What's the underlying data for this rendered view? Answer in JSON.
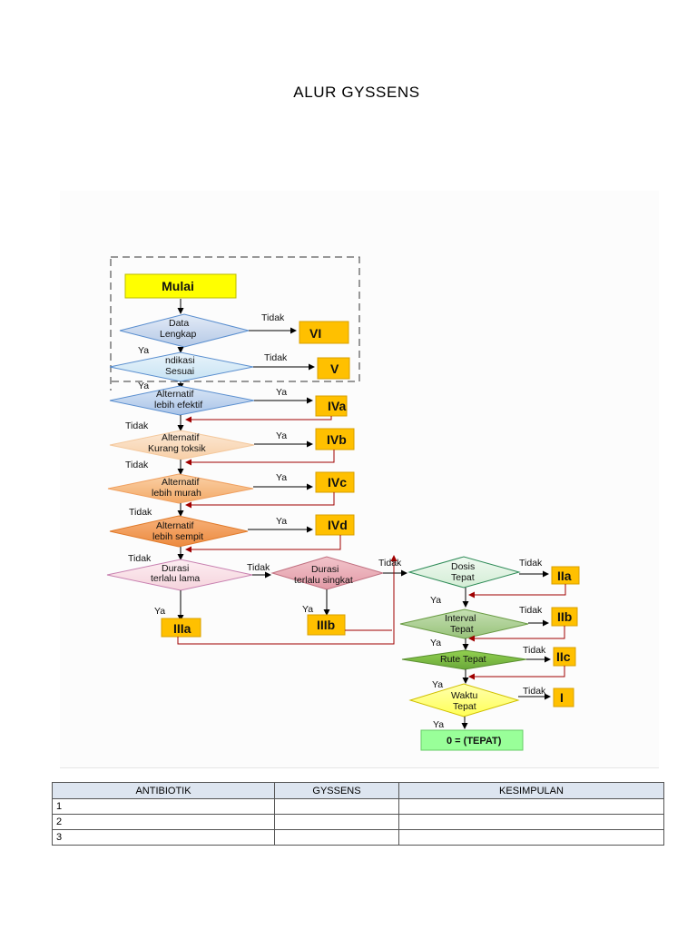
{
  "title": "ALUR  GYSSENS",
  "flowchart": {
    "start": "Mulai",
    "nodes": {
      "data_lengkap": [
        "Data",
        "Lengkap"
      ],
      "indikasi": [
        "ndikasi",
        "Sesuai"
      ],
      "alt_efektif": [
        "Alternatif",
        "lebih efektif"
      ],
      "alt_toksik": [
        "Alternatif",
        "Kurang toksik"
      ],
      "alt_murah": [
        "Alternatif",
        "lebih murah"
      ],
      "alt_sempit": [
        "Alternatif",
        "lebih sempit"
      ],
      "durasi_lama": [
        "Durasi",
        "terlalu   lama"
      ],
      "durasi_singkat": [
        "Durasi",
        "terlalu  singkat"
      ],
      "dosis": [
        "Dosis",
        "Tepat"
      ],
      "interval": [
        "Interval",
        "Tepat"
      ],
      "rute": "Rute Tepat",
      "waktu": [
        "Waktu",
        "Tepat"
      ]
    },
    "categories": {
      "vi": "VI",
      "v": "V",
      "iva": "IVa",
      "ivb": "IVb",
      "ivc": "IVc",
      "ivd": "IVd",
      "iiia": "IIIa",
      "iiib": "IIIb",
      "iia": "IIa",
      "iib": "IIb",
      "iic": "IIc",
      "i": "I"
    },
    "result": "0   =  (TEPAT)",
    "labels": {
      "yes": "Ya",
      "no": "Tidak"
    }
  },
  "table": {
    "headers": [
      "ANTIBIOTIK",
      "GYSSENS",
      "KESIMPULAN"
    ],
    "rows": [
      [
        "1",
        "",
        ""
      ],
      [
        "2",
        "",
        ""
      ],
      [
        "3",
        "",
        ""
      ]
    ]
  },
  "colors": {
    "start_fill": "#ffff00",
    "category_fill": "#ffc000",
    "result_fill": "#99ff99",
    "arrow_red": "#a00000",
    "table_header": "#dde5f0"
  }
}
